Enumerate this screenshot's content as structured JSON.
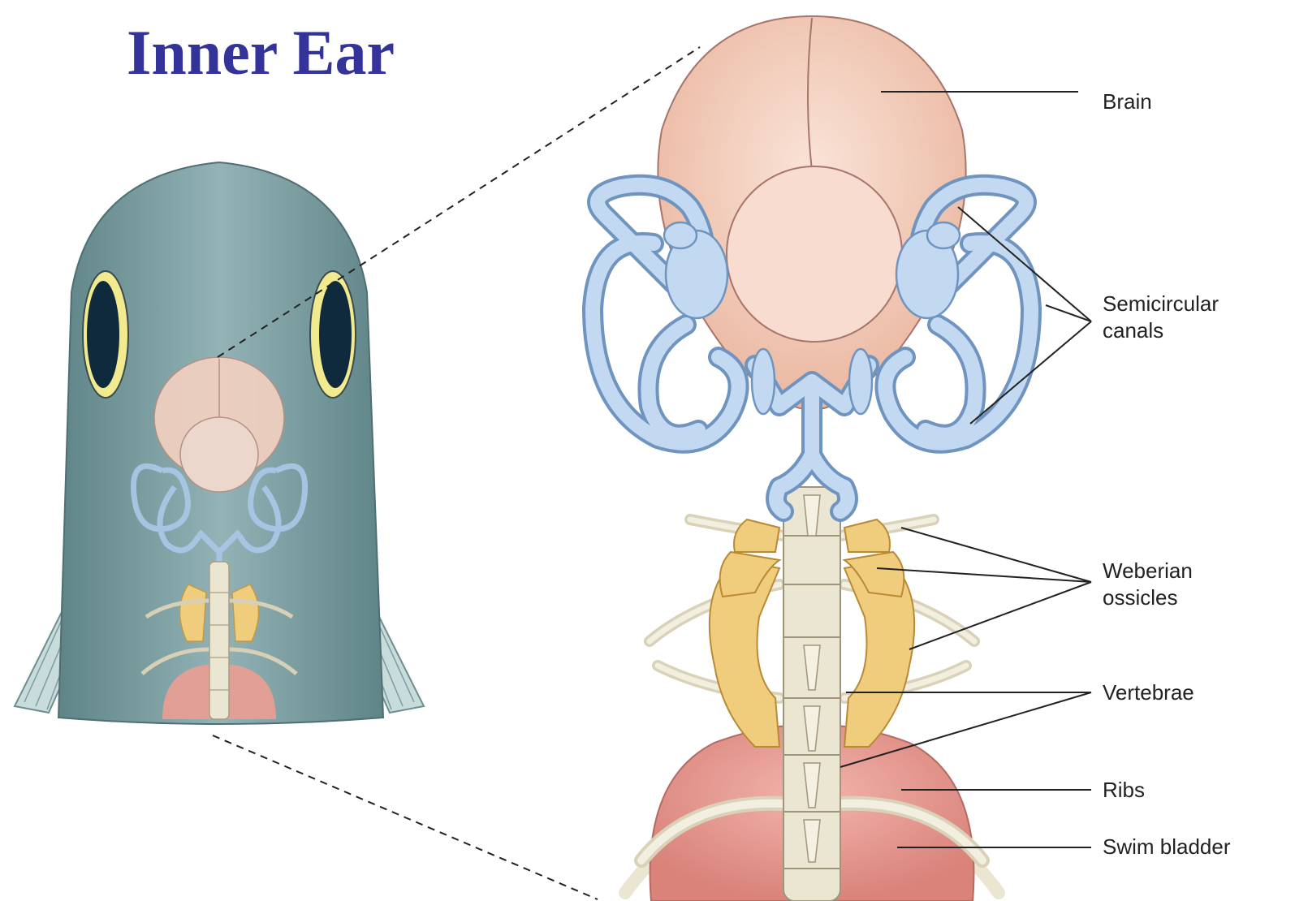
{
  "slide": {
    "title": "Inner Ear"
  },
  "labels": {
    "brain": "Brain",
    "semicircular_1": "Semicircular",
    "semicircular_2": "canals",
    "weberian_1": "Weberian",
    "weberian_2": "ossicles",
    "vertebrae": "Vertebrae",
    "ribs": "Ribs",
    "swim_bladder": "Swim bladder"
  },
  "colors": {
    "title": "#33339a",
    "fish_body": "#7fa3a6",
    "brain": "#f2c7b2",
    "canals": "#b9d3ee",
    "ossicles": "#f0cd7c",
    "bone": "#ebe6d2",
    "swim_bladder": "#e3968e"
  }
}
